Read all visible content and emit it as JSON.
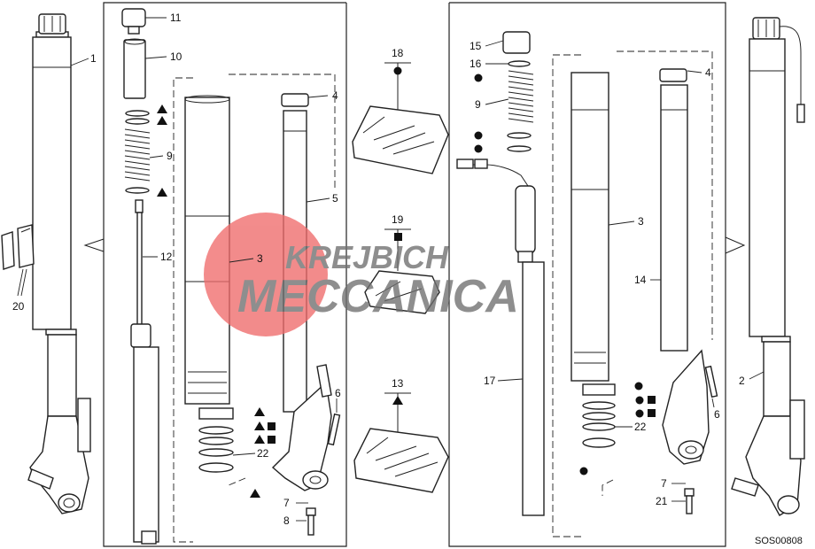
{
  "diagram": {
    "code": "SOS00808",
    "watermark": {
      "line1": "KREJBICH",
      "line2": "MECCANICA",
      "color_circle": "#ef6b6b",
      "color_text": "#6f6f6f"
    },
    "labels": {
      "n1": "1",
      "n2": "2",
      "n3a": "3",
      "n3b": "3",
      "n4a": "4",
      "n4b": "4",
      "n5": "5",
      "n6a": "6",
      "n6b": "6",
      "n7a": "7",
      "n7b": "7",
      "n8": "8",
      "n9a": "9",
      "n9b": "9",
      "n10": "10",
      "n11": "11",
      "n12": "12",
      "n13": "13",
      "n14": "14",
      "n15": "15",
      "n16": "16",
      "n17": "17",
      "n18": "18",
      "n19": "19",
      "n20": "20",
      "n21": "21",
      "n22a": "22",
      "n22b": "22"
    },
    "symbols": {
      "triangle": "triangle-symbol",
      "square": "square-symbol",
      "circle": "circle-symbol"
    }
  }
}
